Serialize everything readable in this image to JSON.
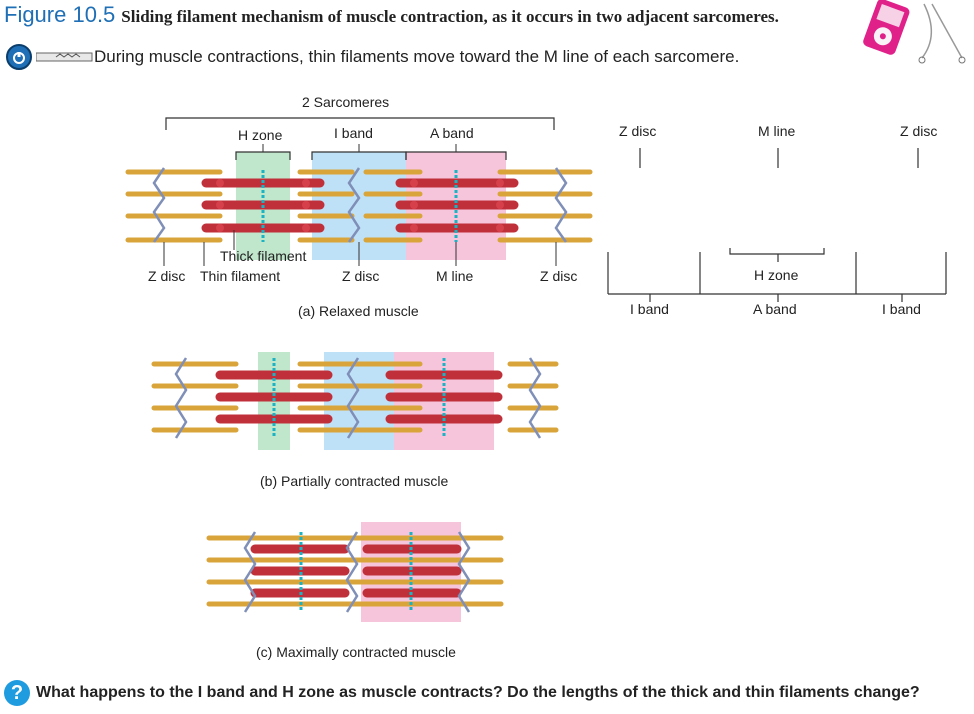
{
  "figure": {
    "number": "Figure 10.5",
    "title": "Sliding filament mechanism of muscle contraction, as it occurs in two adjacent sarcomeres."
  },
  "key_point": {
    "text": "During muscle contractions, thin filaments move toward the M line of each sarcomere."
  },
  "panel_a": {
    "sarcomeres_label": "2 Sarcomeres",
    "h_zone": "H zone",
    "i_band": "I band",
    "a_band": "A band",
    "thick_filament": "Thick filament",
    "z_disc_left": "Z disc",
    "thin_filament": "Thin filament",
    "z_disc_mid": "Z disc",
    "m_line": "M line",
    "z_disc_right": "Z disc",
    "caption": "(a) Relaxed muscle"
  },
  "schematic": {
    "z_disc_left": "Z disc",
    "m_line": "M line",
    "z_disc_right": "Z disc",
    "h_zone": "H zone",
    "i_band_left": "I band",
    "a_band": "A band",
    "i_band_right": "I band"
  },
  "panel_b": {
    "caption": "(b) Partially contracted muscle"
  },
  "panel_c": {
    "caption": "(c) Maximally contracted muscle"
  },
  "question": {
    "icon": "?",
    "text": "What happens to the I band and H zone as muscle contracts? Do the lengths of the thick and thin filaments change?"
  },
  "colors": {
    "accent_blue": "#1f6fb6",
    "h_zone_fill": "#b9e3c6",
    "i_band_fill": "#b8def6",
    "a_band_fill": "#f5bfd8",
    "thick_filament": "#c0303a",
    "thin_filament": "#d9a53a",
    "z_disc": "#7f8fb8",
    "m_line": "#1ab3c4",
    "media_icon": "#e0218a"
  },
  "icons": {
    "key": "padlock-key-icon",
    "media": "media-player-icon",
    "question": "question-icon"
  }
}
